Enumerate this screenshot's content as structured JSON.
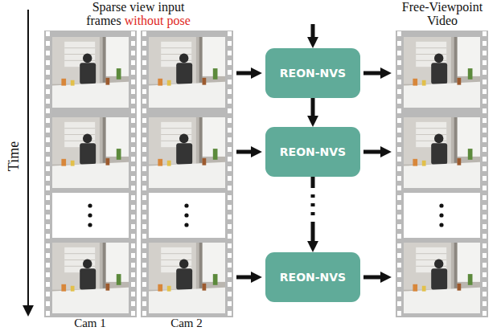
{
  "diagram": {
    "nodes": [
      {
        "text": [
          "REON-NVS"
        ]
      },
      {
        "text": [
          "REON-NVS"
        ]
      },
      {
        "text": [
          "REON-NVS"
        ]
      }
    ],
    "edges": [
      {
        "from": 0,
        "to": 1,
        "arrow": "to"
      },
      {
        "from": 1,
        "to": 2,
        "arrow": "to"
      }
    ],
    "labels": [
      "Sparse view input frames",
      "without pose",
      "Free-Viewpoint Video",
      "Time",
      "Cam 1",
      "Cam 2"
    ]
  }
}
